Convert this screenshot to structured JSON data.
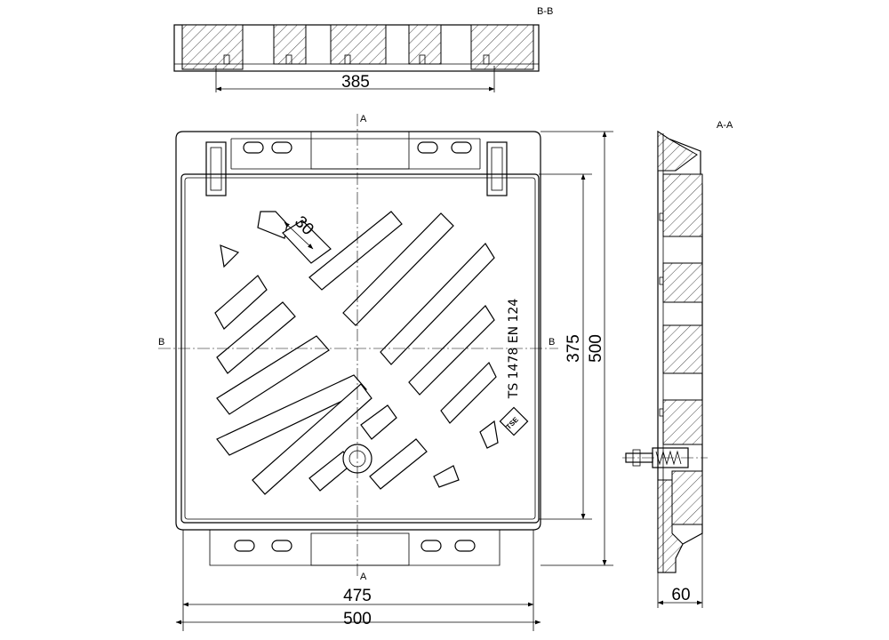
{
  "sections": {
    "bb_label": "B-B",
    "aa_label": "A-A",
    "a_marker": "A",
    "b_marker": "B"
  },
  "dimensions": {
    "slot_width": "30",
    "inner_width": "475",
    "outer_width": "500",
    "inner_height": "375",
    "outer_height": "500",
    "depth": "60",
    "section_length": "385"
  },
  "marking": {
    "standard": "TS 1478 EN 124",
    "logo": "TSE"
  }
}
